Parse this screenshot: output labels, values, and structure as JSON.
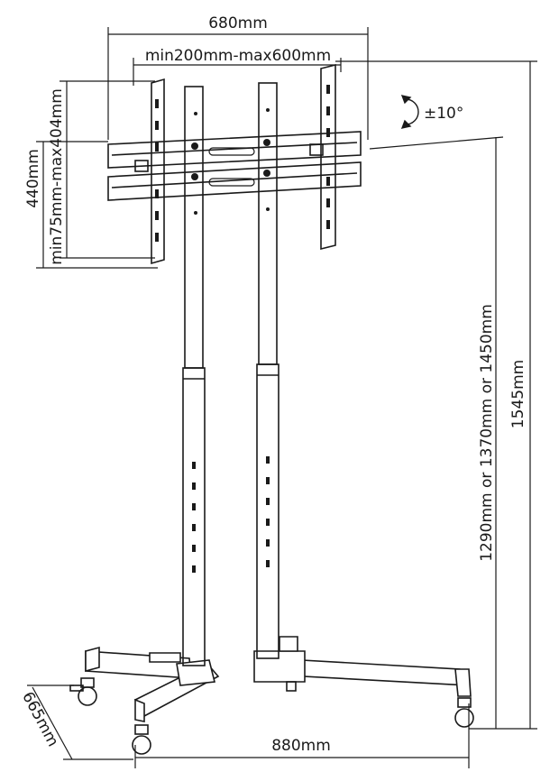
{
  "dimensions": {
    "overall_width": "680mm",
    "vesa_horizontal": "min200mm-max600mm",
    "plate_height": "440mm",
    "vesa_vertical": "min75mm-max404mm",
    "tilt": "±10°",
    "adjustable_height": "1290mm or 1370mm or 1450mm",
    "total_height": "1545mm",
    "base_width": "880mm",
    "base_depth": "665mm"
  },
  "colors": {
    "line": "#1a1a1a",
    "background": "#ffffff"
  }
}
